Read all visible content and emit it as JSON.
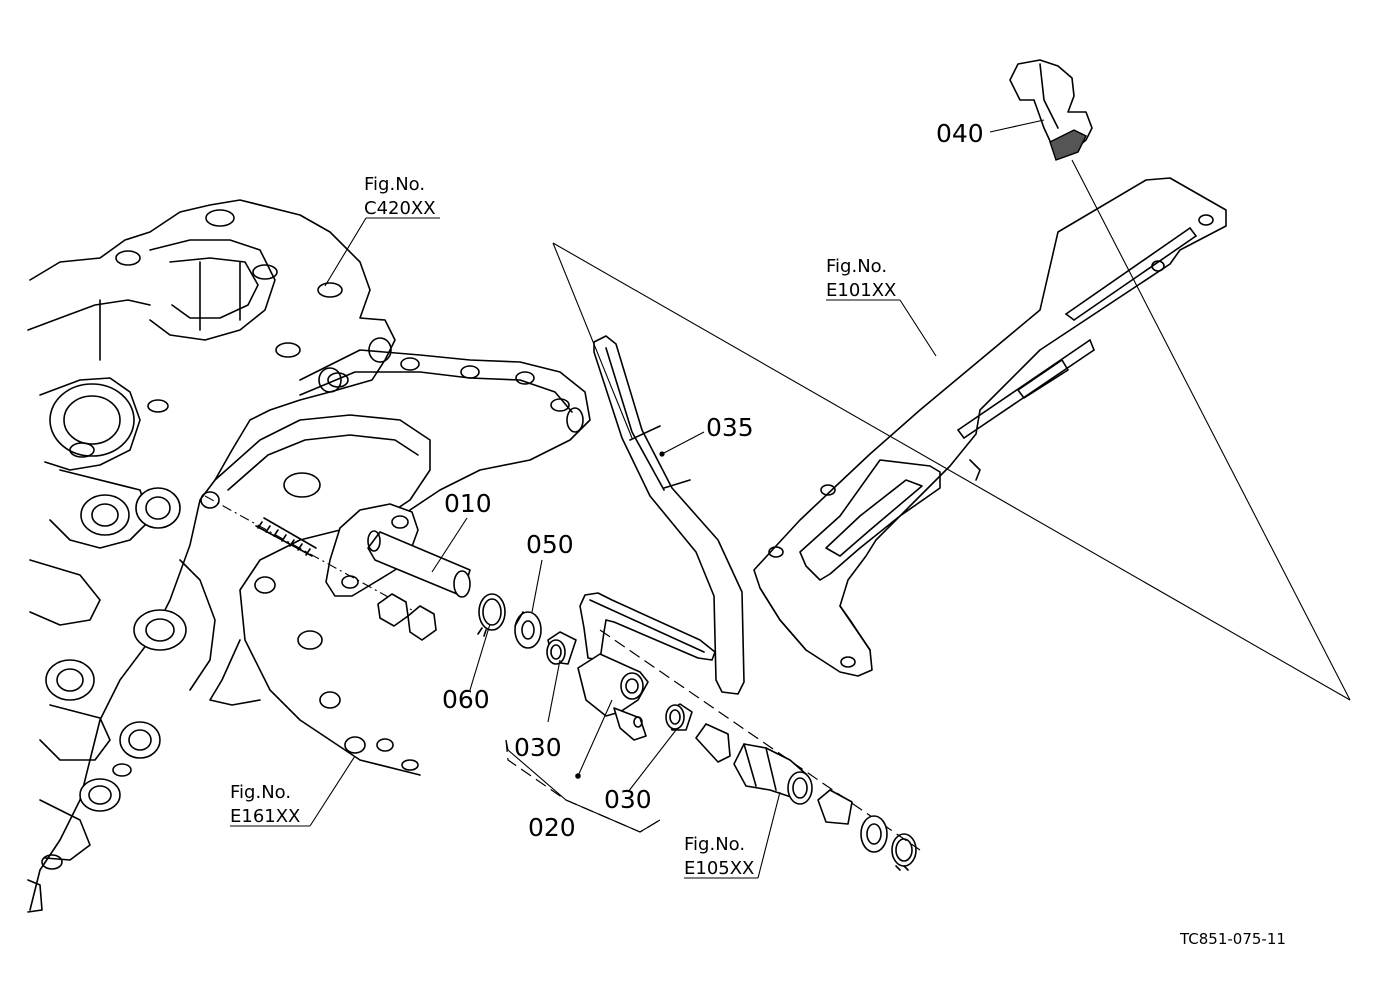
{
  "callouts": {
    "p010": "010",
    "p020": "020",
    "p030a": "030",
    "p030b": "030",
    "p035": "035",
    "p040": "040",
    "p050": "050",
    "p060": "060"
  },
  "figrefs": {
    "c420": {
      "label": "Fig.No.",
      "code": "C420XX"
    },
    "e101": {
      "label": "Fig.No.",
      "code": "E101XX"
    },
    "e161": {
      "label": "Fig.No.",
      "code": "E161XX"
    },
    "e105": {
      "label": "Fig.No.",
      "code": "E105XX"
    }
  },
  "document_id": "TC851-075-11"
}
